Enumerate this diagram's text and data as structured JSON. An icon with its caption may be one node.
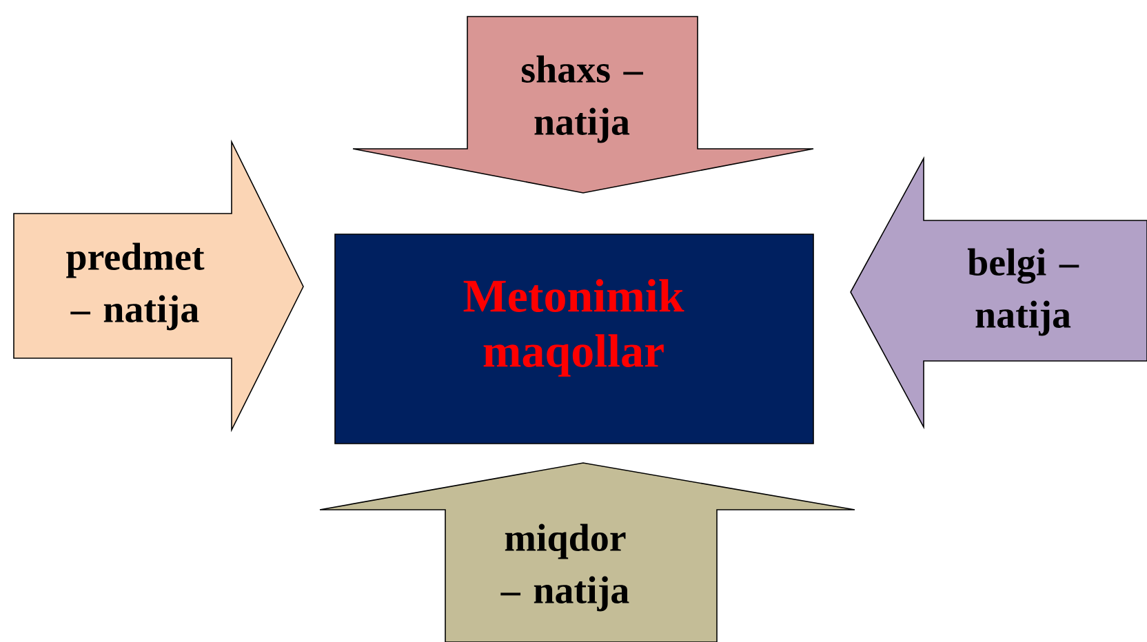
{
  "diagram": {
    "nodes": [
      {
        "text": [
          "Metonimik maqollar"
        ]
      },
      {
        "text": [
          "shaxs – natija"
        ]
      },
      {
        "text": [
          "predmet – natija"
        ]
      },
      {
        "text": [
          "belgi – natija"
        ]
      },
      {
        "text": [
          "miqdor – natija"
        ]
      }
    ]
  }
}
